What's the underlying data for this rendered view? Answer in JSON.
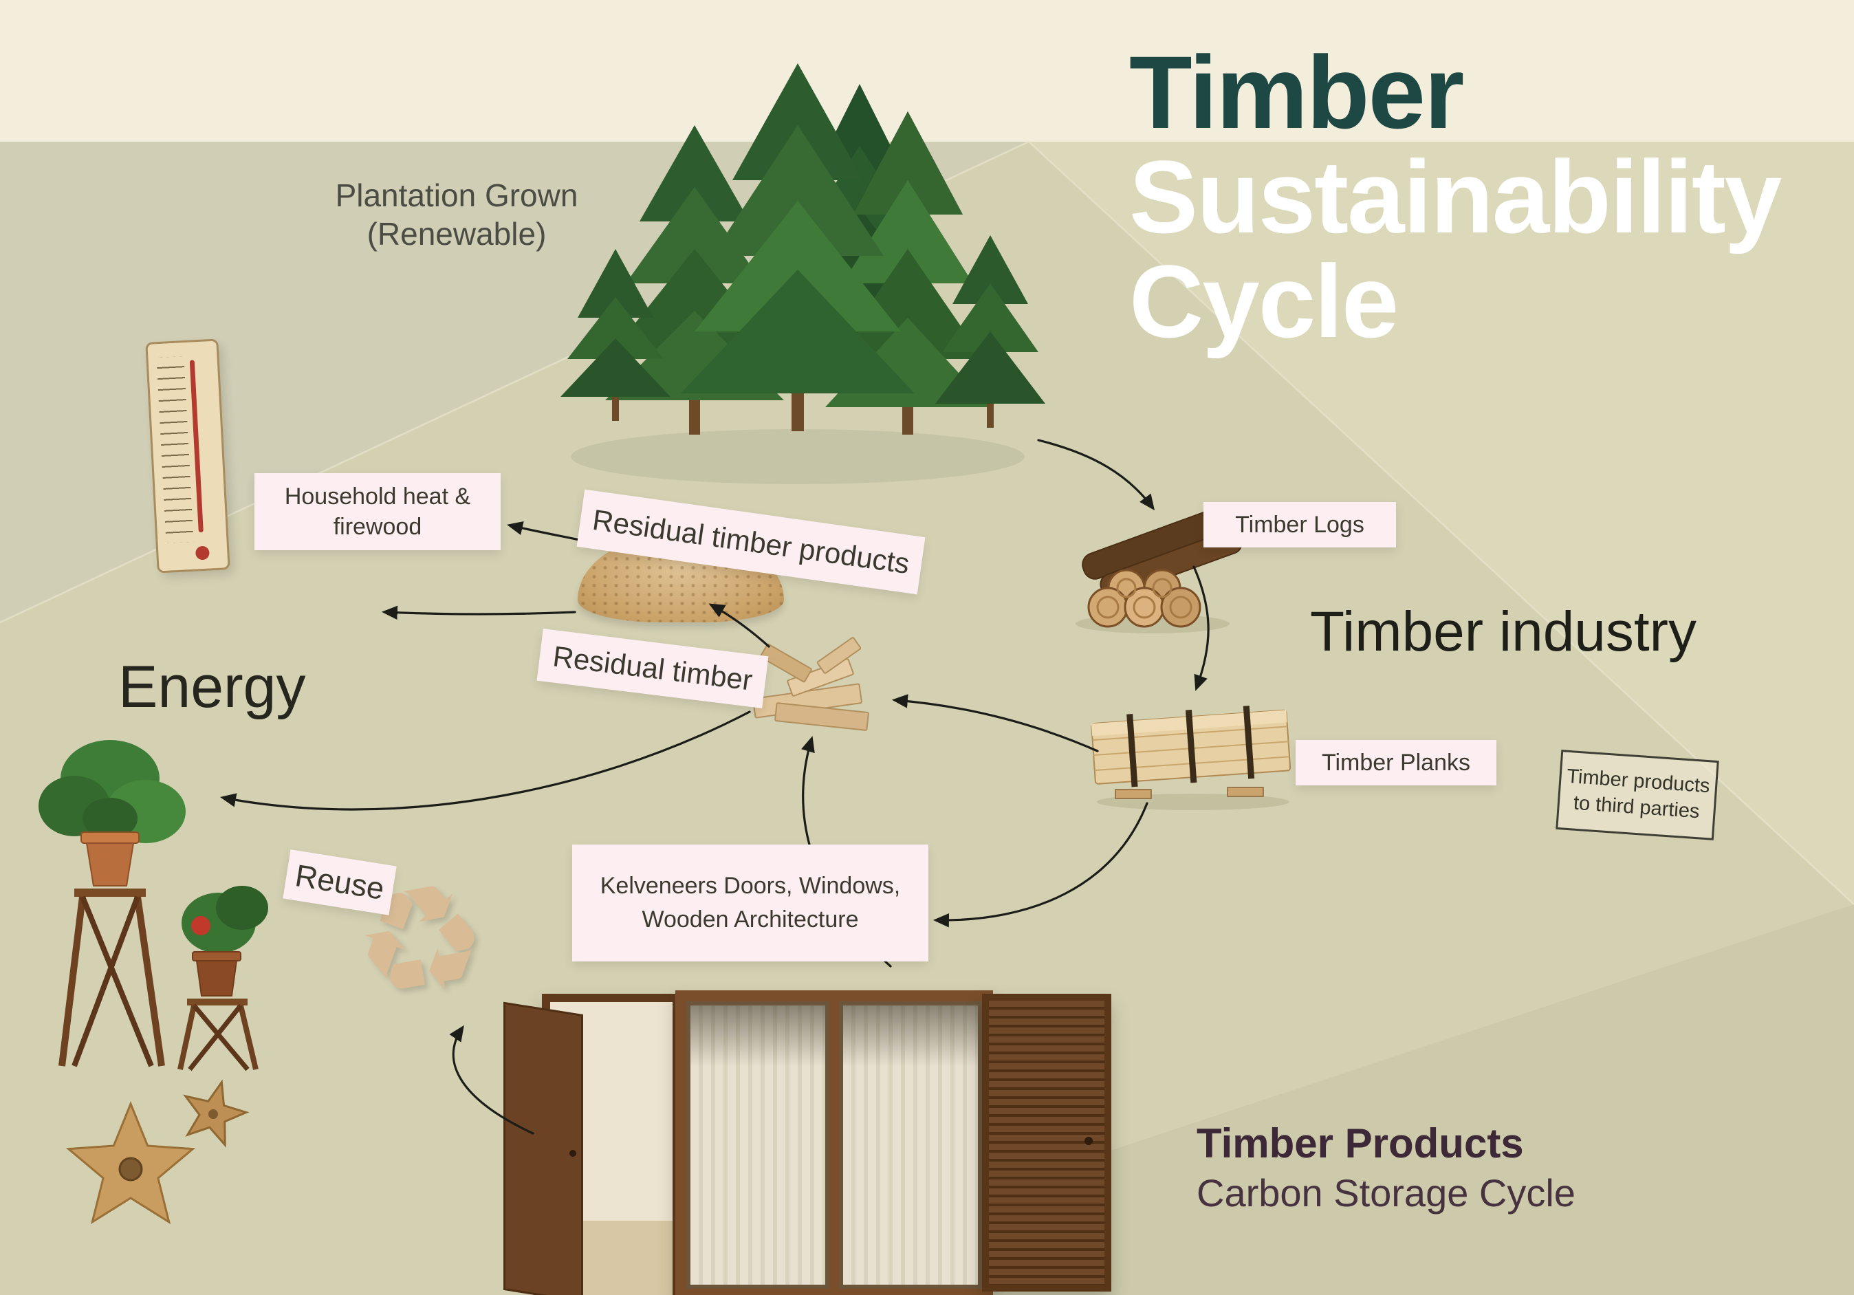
{
  "title": {
    "line1": "Timber",
    "line2": "Sustainability",
    "line3": "Cycle"
  },
  "region_labels": {
    "plantation_line1": "Plantation Grown",
    "plantation_line2": "(Renewable)",
    "energy": "Energy",
    "timber_industry": "Timber industry",
    "timber_products_title": "Timber Products",
    "timber_products_subtitle": "Carbon Storage Cycle"
  },
  "flow_labels": {
    "household_line1": "Household heat &",
    "household_line2": "firewood",
    "residual_products": "Residual timber products",
    "residual_timber": "Residual timber",
    "timber_logs": "Timber Logs",
    "timber_planks": "Timber Planks",
    "kelveneers_line1": "Kelveneers Doors, Windows,",
    "kelveneers_line2": "Wooden Architecture",
    "reuse": "Reuse",
    "third_parties_line1": "Timber products",
    "third_parties_line2": "to third parties"
  },
  "icons": {
    "reuse_symbol": "♻"
  },
  "colors": {
    "title_green": "#1d4843",
    "cream_band": "#f3eedb",
    "olive_base": "#d4d1b3",
    "label_pink": "#fdeff1",
    "text_dark": "#3a392f",
    "wood_tan": "#d9bc96",
    "arrow_black": "#1c1c18"
  }
}
